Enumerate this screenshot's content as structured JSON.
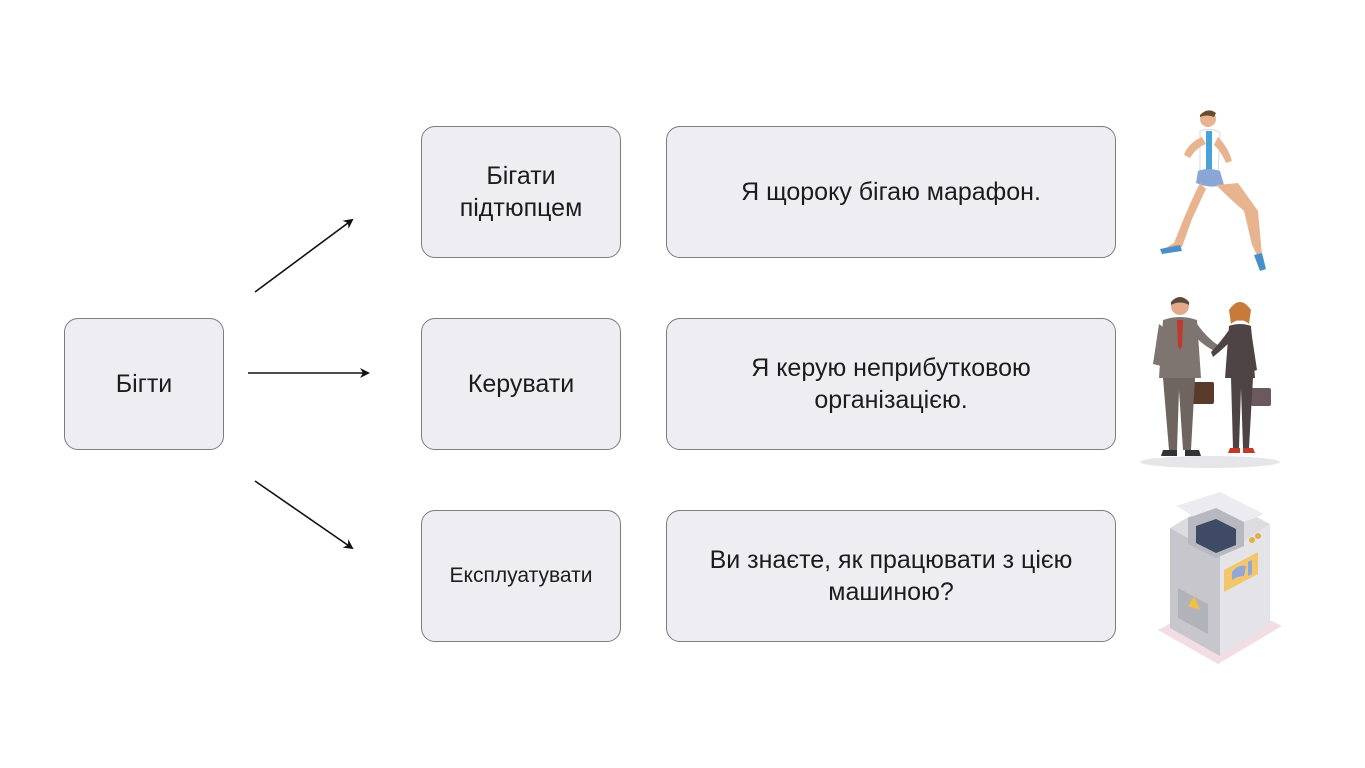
{
  "root": {
    "label": "Бігти"
  },
  "rows": [
    {
      "meaning": "Бігати підтюпцем",
      "example": "Я щороку бігаю марафон.",
      "image": "runner-illustration"
    },
    {
      "meaning": "Керувати",
      "example": "Я керую неприбутковою організацією.",
      "image": "business-people-illustration"
    },
    {
      "meaning": "Експлуатувати",
      "example": "Ви знаєте, як працювати з цією машиною?",
      "image": "machine-illustration"
    }
  ],
  "colors": {
    "box_fill": "#eeedf2",
    "box_border": "#7c7c80",
    "text": "#1c1c1c",
    "arrow": "#111111"
  }
}
